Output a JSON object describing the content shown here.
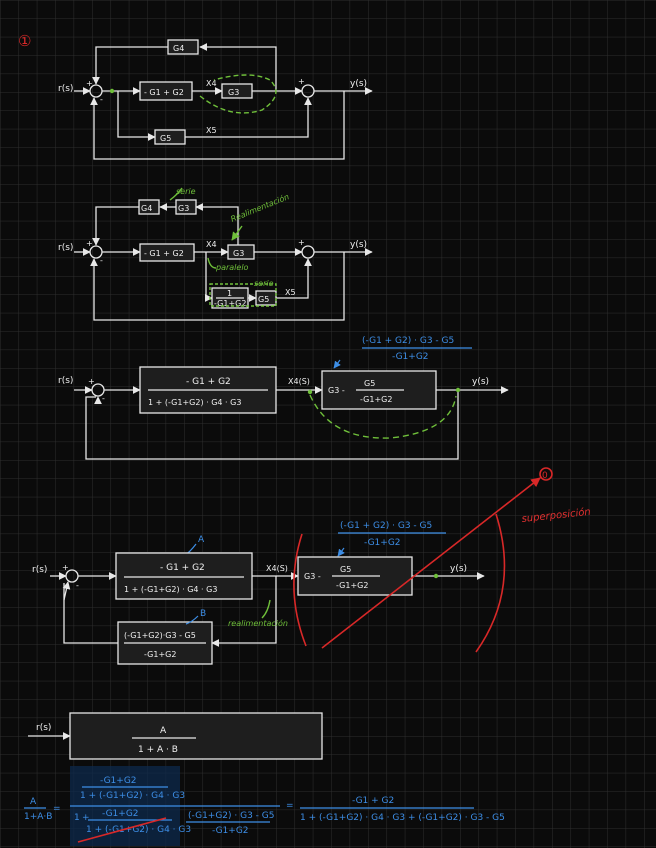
{
  "step_marker": "①",
  "d1": {
    "input": "r(s)",
    "output": "y(s)",
    "g4": "G4",
    "sum_block": "- G1 + G2",
    "g3": "G3",
    "g5": "G5",
    "x4": "X4",
    "x5": "X5"
  },
  "d2": {
    "input": "r(s)",
    "output": "y(s)",
    "g4": "G4",
    "g3_top": "G3",
    "sum_block": "- G1 + G2",
    "g3": "G3",
    "inv_num": "1",
    "inv_den": "-G1+G2",
    "g5": "G5",
    "x4": "X4",
    "x5": "X5",
    "note_serie_top": "serie",
    "note_realim": "Realimentación",
    "note_paralelo": "paralelo",
    "note_serie_bottom": "serie"
  },
  "d3": {
    "input": "r(s)",
    "output": "y(s)",
    "block_num": "- G1 + G2",
    "block_den": "1 + (-G1+G2) · G4 · G3",
    "x4": "X4(S)",
    "right_g3": "G3 -",
    "right_num": "G5",
    "right_den": "-G1+G2",
    "blue_num": "(-G1 + G2) · G3 - G5",
    "blue_den": "-G1+G2"
  },
  "d4": {
    "input": "r(s)",
    "output": "y(s)",
    "a_num": "- G1 + G2",
    "a_den": "1 + (-G1+G2) · G4 · G3",
    "label_a": "A",
    "label_b": "B",
    "x4": "X4(S)",
    "b_num": "(-G1+G2)·G3 - G5",
    "b_den": "-G1+G2",
    "right_g3": "G3 -",
    "right_num": "G5",
    "right_den": "-G1+G2",
    "blue_num": "(-G1 + G2) · G3 - G5",
    "blue_den": "-G1+G2",
    "note_realim": "realimentación",
    "note_superposicion": "superposición",
    "red_zero": "0"
  },
  "d5": {
    "input": "r(s)",
    "num": "A",
    "den": "1 + A · B"
  },
  "formula": {
    "lhs_num": "A",
    "lhs_den": "1+A·B",
    "eq": "=",
    "f_num_top": "-G1+G2",
    "f_num_bot": "1 + (-G1+G2) · G4 · G3",
    "one": "1",
    "plus": "+",
    "f_den_a_num": "-G1+G2",
    "f_den_a_den": "1 + (-G1+G2) · G4 · G3",
    "f_den_b_num": "(-G1+G2) · G3 - G5",
    "f_den_b_den": "-G1+G2",
    "eq2": "=",
    "result_num": "-G1 + G2",
    "result_den": "1 + (-G1+G2) · G4 · G3 + (-G1+G2) · G3 - G5"
  },
  "colors": {
    "background": "#0b0b0b",
    "grid": "#2e2e2e",
    "ink": "#e8e8e8",
    "green": "#6fbf3a",
    "blue": "#3d8ee6",
    "red": "#d82828"
  }
}
